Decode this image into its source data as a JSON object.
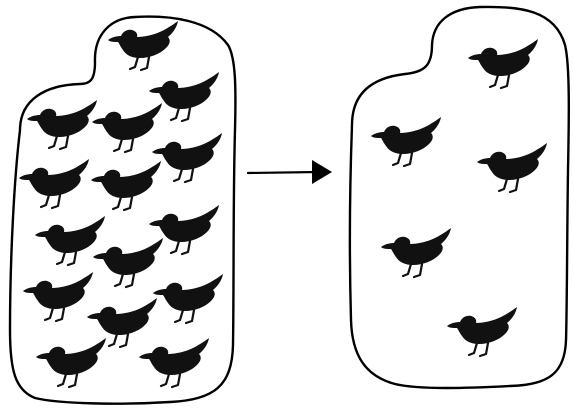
{
  "diagram": {
    "type": "before-after-population",
    "colors": {
      "outline": "#000000",
      "bird": "#111111",
      "background": "#ffffff"
    },
    "panels": [
      {
        "id": "before",
        "icon": "bird-icon",
        "bird_count": 15
      },
      {
        "id": "after",
        "icon": "bird-icon",
        "bird_count": 5
      }
    ],
    "connector": {
      "icon": "right-arrow-icon",
      "direction": "right"
    }
  }
}
